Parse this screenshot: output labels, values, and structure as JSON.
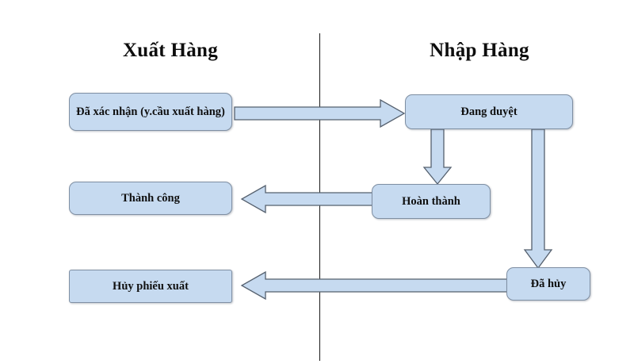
{
  "diagram": {
    "title_left": "Xuất Hàng",
    "title_right": "Nhập Hàng",
    "colors": {
      "node_fill": "#c6daf0",
      "node_border": "#7f8fa3",
      "arrow_fill": "#c6daf0",
      "arrow_border": "#55606e",
      "divider": "#1a1a1a",
      "text": "#101010",
      "background": "#ffffff"
    },
    "nodes": [
      {
        "id": "confirmed",
        "label": "Đã xác nhận (y.cầu xuất hàng)",
        "column": "Xuất Hàng"
      },
      {
        "id": "reviewing",
        "label": "Đang duyệt",
        "column": "Nhập Hàng"
      },
      {
        "id": "success",
        "label": "Thành công",
        "column": "Xuất Hàng"
      },
      {
        "id": "completed",
        "label": "Hoàn thành",
        "column": "Nhập Hàng"
      },
      {
        "id": "cancelslip",
        "label": "Hủy phiếu xuất",
        "column": "Xuất Hàng"
      },
      {
        "id": "cancelled",
        "label": "Đã hủy",
        "column": "Nhập Hàng"
      }
    ],
    "edges": [
      {
        "id": "confirmed-to-reviewing",
        "from": "confirmed",
        "to": "reviewing",
        "direction": "right",
        "label": ""
      },
      {
        "id": "reviewing-to-completed",
        "from": "reviewing",
        "to": "completed",
        "direction": "down",
        "label": ""
      },
      {
        "id": "reviewing-to-cancelled",
        "from": "reviewing",
        "to": "cancelled",
        "direction": "down",
        "label": ""
      },
      {
        "id": "completed-to-success",
        "from": "completed",
        "to": "success",
        "direction": "left",
        "label": ""
      },
      {
        "id": "cancelled-to-cancelslip",
        "from": "cancelled",
        "to": "cancelslip",
        "direction": "left",
        "label": ""
      }
    ]
  }
}
